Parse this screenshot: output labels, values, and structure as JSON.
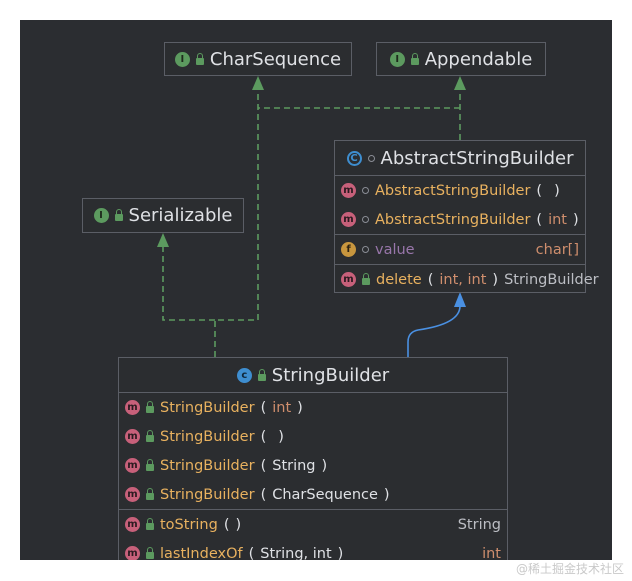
{
  "nodes": {
    "charsequence": {
      "name": "CharSequence",
      "kind": "interface"
    },
    "appendable": {
      "name": "Appendable",
      "kind": "interface"
    },
    "serializable": {
      "name": "Serializable",
      "kind": "interface"
    },
    "abstract_sb": {
      "name": "AbstractStringBuilder",
      "kind": "abstract-class",
      "members": [
        {
          "kind": "method",
          "name": "AbstractStringBuilder",
          "params": ""
        },
        {
          "kind": "method",
          "name": "AbstractStringBuilder",
          "params": "int"
        },
        {
          "kind": "field",
          "name": "value",
          "type": "char[]"
        },
        {
          "kind": "method",
          "name": "delete",
          "params": "int, int",
          "return": "StringBuilder"
        }
      ]
    },
    "string_builder": {
      "name": "StringBuilder",
      "kind": "class",
      "members": [
        {
          "kind": "method",
          "name": "StringBuilder",
          "params": "int"
        },
        {
          "kind": "method",
          "name": "StringBuilder",
          "params": ""
        },
        {
          "kind": "method",
          "name": "StringBuilder",
          "params": "String"
        },
        {
          "kind": "method",
          "name": "StringBuilder",
          "params": "CharSequence"
        },
        {
          "kind": "method",
          "name": "toString",
          "params": "",
          "return": "String"
        },
        {
          "kind": "method",
          "name": "lastIndexOf",
          "params": "String, int",
          "return": "int"
        }
      ]
    }
  },
  "edges": [
    {
      "from": "string_builder",
      "to": "charsequence",
      "style": "dashed",
      "meaning": "implements"
    },
    {
      "from": "string_builder",
      "to": "serializable",
      "style": "dashed",
      "meaning": "implements"
    },
    {
      "from": "abstract_sb",
      "to": "appendable",
      "style": "dashed",
      "meaning": "implements"
    },
    {
      "from": "abstract_sb",
      "to": "charsequence",
      "style": "dashed",
      "meaning": "implements"
    },
    {
      "from": "string_builder",
      "to": "abstract_sb",
      "style": "solid",
      "meaning": "extends"
    }
  ],
  "colors": {
    "background": "#2b2d31",
    "implements_edge": "#5c9a5f",
    "extends_edge": "#4a90e2",
    "method_name": "#e8b15f",
    "keyword_type": "#cf8e6d",
    "field_name": "#9876aa"
  },
  "watermark": "@稀土掘金技术社区"
}
